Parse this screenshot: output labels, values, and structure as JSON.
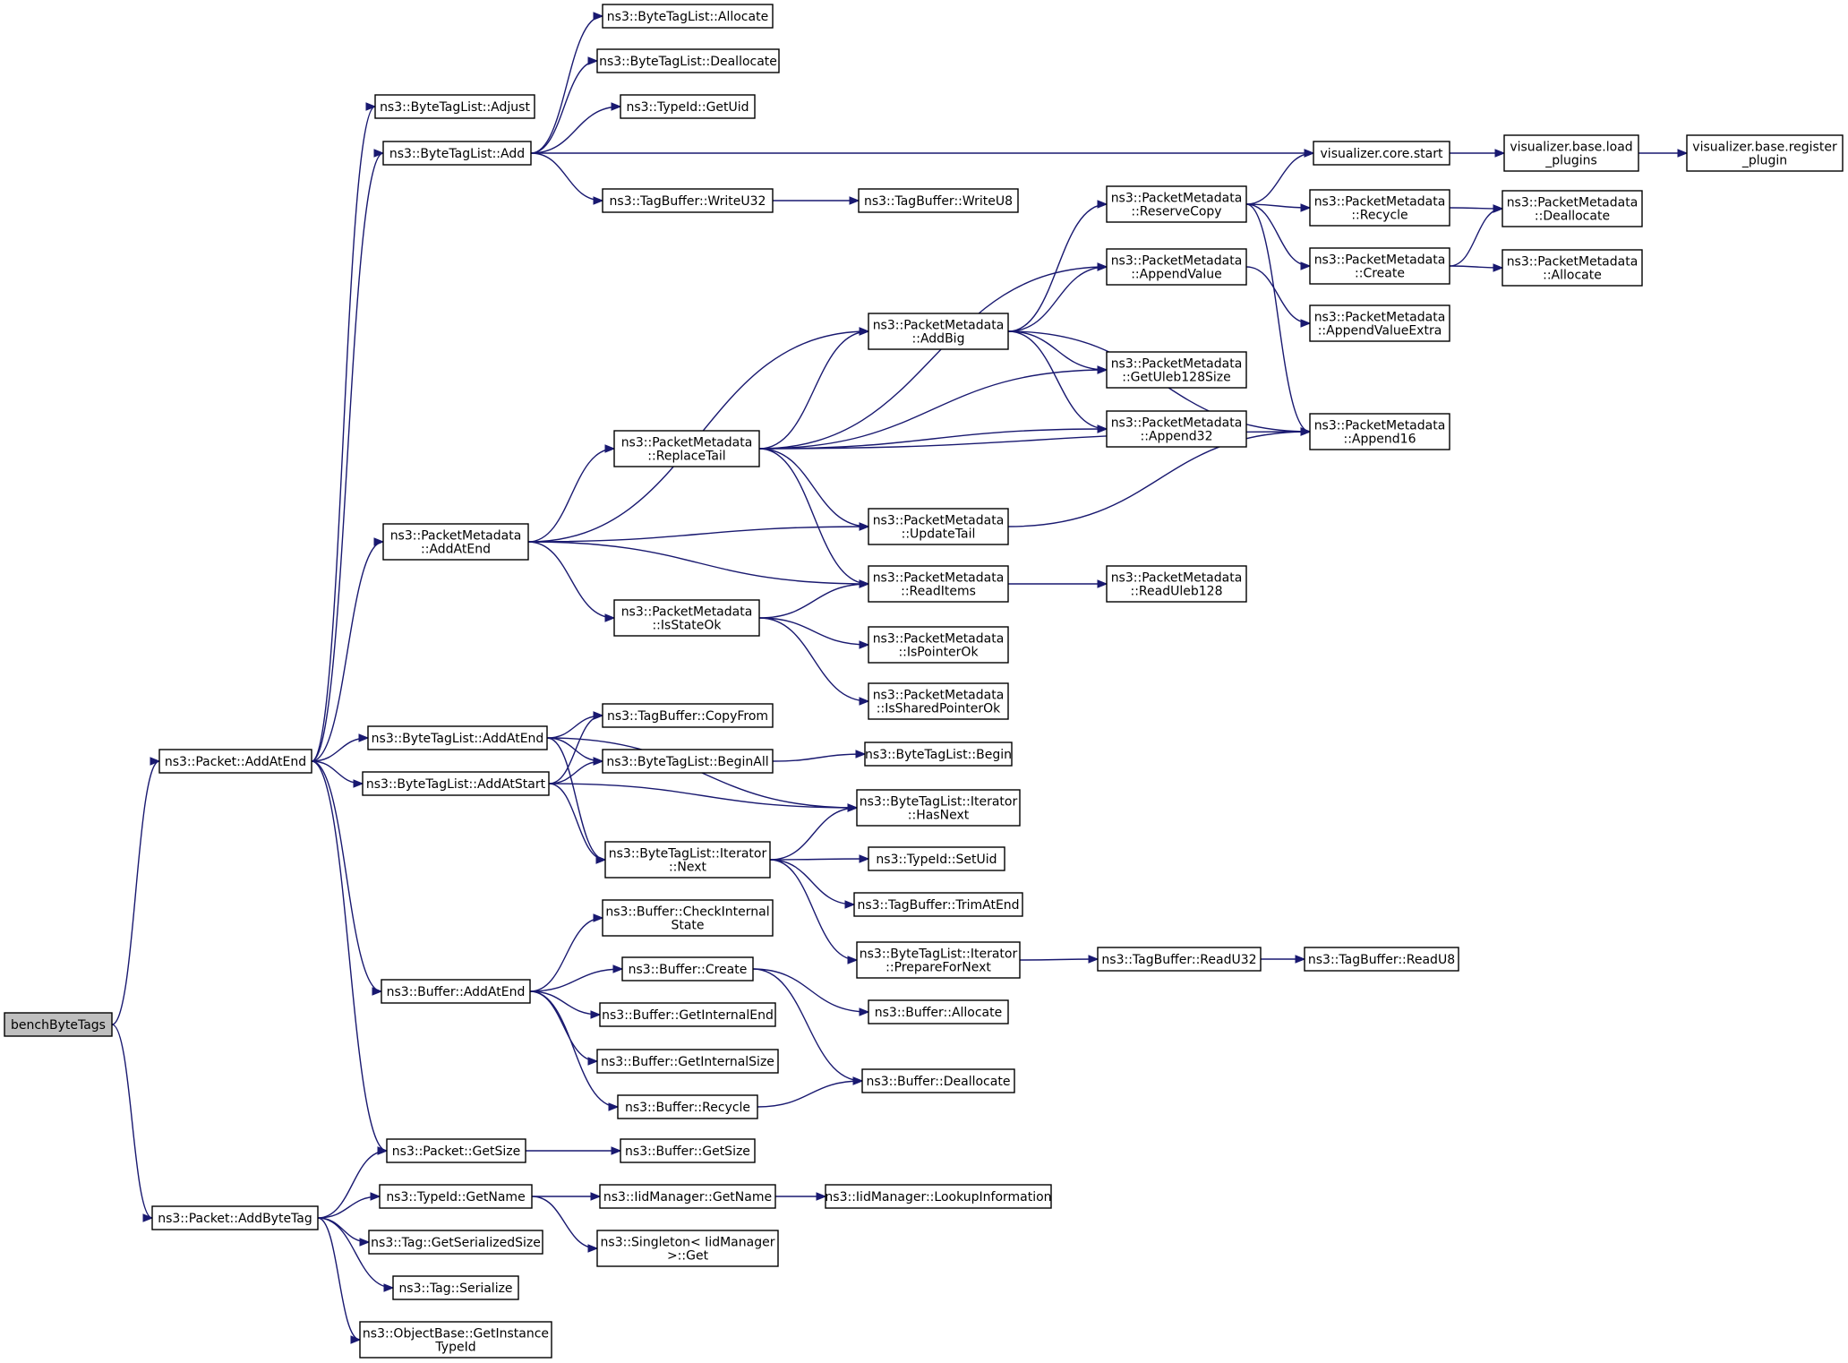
{
  "graph": {
    "edge_color": "#191970",
    "root_fill": "#bfbfbf",
    "nodes": [
      {
        "id": "benchByteTags",
        "lines": [
          "benchByteTags"
        ],
        "root": true
      },
      {
        "id": "AddAtEnd",
        "lines": [
          "ns3::Packet::AddAtEnd"
        ]
      },
      {
        "id": "AddByteTag",
        "lines": [
          "ns3::Packet::AddByteTag"
        ]
      },
      {
        "id": "BTL_Adjust",
        "lines": [
          "ns3::ByteTagList::Adjust"
        ]
      },
      {
        "id": "BTL_Add",
        "lines": [
          "ns3::ByteTagList::Add"
        ]
      },
      {
        "id": "PM_AddAtEnd",
        "lines": [
          "ns3::PacketMetadata",
          "::AddAtEnd"
        ]
      },
      {
        "id": "BTL_AddAtEnd",
        "lines": [
          "ns3::ByteTagList::AddAtEnd"
        ]
      },
      {
        "id": "BTL_AddAtStart",
        "lines": [
          "ns3::ByteTagList::AddAtStart"
        ]
      },
      {
        "id": "Buf_AddAtEnd",
        "lines": [
          "ns3::Buffer::AddAtEnd"
        ]
      },
      {
        "id": "Pkt_GetSize",
        "lines": [
          "ns3::Packet::GetSize"
        ]
      },
      {
        "id": "TypeId_GetName",
        "lines": [
          "ns3::TypeId::GetName"
        ]
      },
      {
        "id": "Tag_GetSerSize",
        "lines": [
          "ns3::Tag::GetSerializedSize"
        ]
      },
      {
        "id": "Tag_Serialize",
        "lines": [
          "ns3::Tag::Serialize"
        ]
      },
      {
        "id": "OB_GetInstTypeId",
        "lines": [
          "ns3::ObjectBase::GetInstance",
          "TypeId"
        ]
      },
      {
        "id": "BTL_Allocate",
        "lines": [
          "ns3::ByteTagList::Allocate"
        ]
      },
      {
        "id": "BTL_Deallocate",
        "lines": [
          "ns3::ByteTagList::Deallocate"
        ]
      },
      {
        "id": "TypeId_GetUid",
        "lines": [
          "ns3::TypeId::GetUid"
        ]
      },
      {
        "id": "TB_WriteU32",
        "lines": [
          "ns3::TagBuffer::WriteU32"
        ]
      },
      {
        "id": "PM_ReplaceTail",
        "lines": [
          "ns3::PacketMetadata",
          "::ReplaceTail"
        ]
      },
      {
        "id": "PM_IsStateOk",
        "lines": [
          "ns3::PacketMetadata",
          "::IsStateOk"
        ]
      },
      {
        "id": "TB_CopyFrom",
        "lines": [
          "ns3::TagBuffer::CopyFrom"
        ]
      },
      {
        "id": "BTL_BeginAll",
        "lines": [
          "ns3::ByteTagList::BeginAll"
        ]
      },
      {
        "id": "BTL_It_Next",
        "lines": [
          "ns3::ByteTagList::Iterator",
          "::Next"
        ]
      },
      {
        "id": "Buf_CheckInternal",
        "lines": [
          "ns3::Buffer::CheckInternal",
          "State"
        ]
      },
      {
        "id": "Buf_Create",
        "lines": [
          "ns3::Buffer::Create"
        ]
      },
      {
        "id": "Buf_GetInternalEnd",
        "lines": [
          "ns3::Buffer::GetInternalEnd"
        ]
      },
      {
        "id": "Buf_GetInternalSize",
        "lines": [
          "ns3::Buffer::GetInternalSize"
        ]
      },
      {
        "id": "Buf_Recycle",
        "lines": [
          "ns3::Buffer::Recycle"
        ]
      },
      {
        "id": "Buf_GetSize",
        "lines": [
          "ns3::Buffer::GetSize"
        ]
      },
      {
        "id": "IidMgr_GetName",
        "lines": [
          "ns3::IidManager::GetName"
        ]
      },
      {
        "id": "Singleton_Get",
        "lines": [
          "ns3::Singleton< IidManager",
          ">::Get"
        ]
      },
      {
        "id": "TB_WriteU8",
        "lines": [
          "ns3::TagBuffer::WriteU8"
        ]
      },
      {
        "id": "PM_AddBig",
        "lines": [
          "ns3::PacketMetadata",
          "::AddBig"
        ]
      },
      {
        "id": "PM_UpdateTail",
        "lines": [
          "ns3::PacketMetadata",
          "::UpdateTail"
        ]
      },
      {
        "id": "PM_ReadItems",
        "lines": [
          "ns3::PacketMetadata",
          "::ReadItems"
        ]
      },
      {
        "id": "PM_IsPointerOk",
        "lines": [
          "ns3::PacketMetadata",
          "::IsPointerOk"
        ]
      },
      {
        "id": "PM_IsSharedPointerOk",
        "lines": [
          "ns3::PacketMetadata",
          "::IsSharedPointerOk"
        ]
      },
      {
        "id": "BTL_Begin",
        "lines": [
          "ns3::ByteTagList::Begin"
        ]
      },
      {
        "id": "BTL_It_HasNext",
        "lines": [
          "ns3::ByteTagList::Iterator",
          "::HasNext"
        ]
      },
      {
        "id": "TypeId_SetUid",
        "lines": [
          "ns3::TypeId::SetUid"
        ]
      },
      {
        "id": "TB_TrimAtEnd",
        "lines": [
          "ns3::TagBuffer::TrimAtEnd"
        ]
      },
      {
        "id": "BTL_It_PrepareForNext",
        "lines": [
          "ns3::ByteTagList::Iterator",
          "::PrepareForNext"
        ]
      },
      {
        "id": "Buf_Allocate",
        "lines": [
          "ns3::Buffer::Allocate"
        ]
      },
      {
        "id": "Buf_Deallocate",
        "lines": [
          "ns3::Buffer::Deallocate"
        ]
      },
      {
        "id": "IidMgr_LookupInfo",
        "lines": [
          "ns3::IidManager::LookupInformation"
        ]
      },
      {
        "id": "PM_ReserveCopy",
        "lines": [
          "ns3::PacketMetadata",
          "::ReserveCopy"
        ]
      },
      {
        "id": "PM_AppendValue",
        "lines": [
          "ns3::PacketMetadata",
          "::AppendValue"
        ]
      },
      {
        "id": "PM_GetUleb128Size",
        "lines": [
          "ns3::PacketMetadata",
          "::GetUleb128Size"
        ]
      },
      {
        "id": "PM_Append32",
        "lines": [
          "ns3::PacketMetadata",
          "::Append32"
        ]
      },
      {
        "id": "PM_ReadUleb128",
        "lines": [
          "ns3::PacketMetadata",
          "::ReadUleb128"
        ]
      },
      {
        "id": "TB_ReadU32",
        "lines": [
          "ns3::TagBuffer::ReadU32"
        ]
      },
      {
        "id": "Vis_CoreStart",
        "lines": [
          "visualizer.core.start"
        ]
      },
      {
        "id": "PM_Recycle",
        "lines": [
          "ns3::PacketMetadata",
          "::Recycle"
        ]
      },
      {
        "id": "PM_Create",
        "lines": [
          "ns3::PacketMetadata",
          "::Create"
        ]
      },
      {
        "id": "PM_AppendValueExtra",
        "lines": [
          "ns3::PacketMetadata",
          "::AppendValueExtra"
        ]
      },
      {
        "id": "PM_Append16",
        "lines": [
          "ns3::PacketMetadata",
          "::Append16"
        ]
      },
      {
        "id": "TB_ReadU8",
        "lines": [
          "ns3::TagBuffer::ReadU8"
        ]
      },
      {
        "id": "Vis_LoadPlugins",
        "lines": [
          "visualizer.base.load",
          "_plugins"
        ]
      },
      {
        "id": "PM_Deallocate",
        "lines": [
          "ns3::PacketMetadata",
          "::Deallocate"
        ]
      },
      {
        "id": "PM_Allocate",
        "lines": [
          "ns3::PacketMetadata",
          "::Allocate"
        ]
      },
      {
        "id": "Vis_RegisterPlugin",
        "lines": [
          "visualizer.base.register",
          "_plugin"
        ]
      }
    ],
    "edges": [
      [
        "benchByteTags",
        "AddAtEnd"
      ],
      [
        "benchByteTags",
        "AddByteTag"
      ],
      [
        "AddAtEnd",
        "BTL_Adjust"
      ],
      [
        "AddAtEnd",
        "BTL_Add"
      ],
      [
        "AddAtEnd",
        "PM_AddAtEnd"
      ],
      [
        "AddAtEnd",
        "BTL_AddAtEnd"
      ],
      [
        "AddAtEnd",
        "BTL_AddAtStart"
      ],
      [
        "AddAtEnd",
        "Buf_AddAtEnd"
      ],
      [
        "AddAtEnd",
        "Pkt_GetSize"
      ],
      [
        "AddByteTag",
        "Pkt_GetSize"
      ],
      [
        "AddByteTag",
        "TypeId_GetName"
      ],
      [
        "AddByteTag",
        "Tag_GetSerSize"
      ],
      [
        "AddByteTag",
        "Tag_Serialize"
      ],
      [
        "AddByteTag",
        "OB_GetInstTypeId"
      ],
      [
        "BTL_Add",
        "BTL_Allocate"
      ],
      [
        "BTL_Add",
        "BTL_Deallocate"
      ],
      [
        "BTL_Add",
        "TypeId_GetUid"
      ],
      [
        "BTL_Add",
        "Vis_CoreStart"
      ],
      [
        "BTL_Add",
        "TB_WriteU32"
      ],
      [
        "TB_WriteU32",
        "TB_WriteU8"
      ],
      [
        "PM_AddAtEnd",
        "PM_AddBig"
      ],
      [
        "PM_AddAtEnd",
        "PM_ReplaceTail"
      ],
      [
        "PM_AddAtEnd",
        "PM_UpdateTail"
      ],
      [
        "PM_AddAtEnd",
        "PM_ReadItems"
      ],
      [
        "PM_AddAtEnd",
        "PM_IsStateOk"
      ],
      [
        "PM_ReplaceTail",
        "PM_AppendValue"
      ],
      [
        "PM_ReplaceTail",
        "PM_AddBig"
      ],
      [
        "PM_ReplaceTail",
        "PM_GetUleb128Size"
      ],
      [
        "PM_ReplaceTail",
        "PM_Append32"
      ],
      [
        "PM_ReplaceTail",
        "PM_Append16"
      ],
      [
        "PM_ReplaceTail",
        "PM_UpdateTail"
      ],
      [
        "PM_ReplaceTail",
        "PM_ReadItems"
      ],
      [
        "PM_AddBig",
        "PM_ReserveCopy"
      ],
      [
        "PM_AddBig",
        "PM_AppendValue"
      ],
      [
        "PM_AddBig",
        "PM_GetUleb128Size"
      ],
      [
        "PM_AddBig",
        "PM_Append32"
      ],
      [
        "PM_AddBig",
        "PM_Append16"
      ],
      [
        "PM_ReserveCopy",
        "Vis_CoreStart"
      ],
      [
        "PM_ReserveCopy",
        "PM_Recycle"
      ],
      [
        "PM_ReserveCopy",
        "PM_Create"
      ],
      [
        "PM_ReserveCopy",
        "PM_Append16"
      ],
      [
        "PM_AppendValue",
        "PM_AppendValueExtra"
      ],
      [
        "PM_Recycle",
        "PM_Deallocate"
      ],
      [
        "PM_Create",
        "PM_Deallocate"
      ],
      [
        "PM_Create",
        "PM_Allocate"
      ],
      [
        "Vis_CoreStart",
        "Vis_LoadPlugins"
      ],
      [
        "Vis_LoadPlugins",
        "Vis_RegisterPlugin"
      ],
      [
        "PM_UpdateTail",
        "PM_Append16"
      ],
      [
        "PM_ReadItems",
        "PM_ReadUleb128"
      ],
      [
        "PM_IsStateOk",
        "PM_ReadItems"
      ],
      [
        "PM_IsStateOk",
        "PM_IsPointerOk"
      ],
      [
        "PM_IsStateOk",
        "PM_IsSharedPointerOk"
      ],
      [
        "BTL_AddAtEnd",
        "TB_CopyFrom"
      ],
      [
        "BTL_AddAtEnd",
        "BTL_BeginAll"
      ],
      [
        "BTL_AddAtEnd",
        "BTL_It_HasNext"
      ],
      [
        "BTL_AddAtEnd",
        "BTL_It_Next"
      ],
      [
        "BTL_AddAtStart",
        "TB_CopyFrom"
      ],
      [
        "BTL_AddAtStart",
        "BTL_BeginAll"
      ],
      [
        "BTL_AddAtStart",
        "BTL_It_HasNext"
      ],
      [
        "BTL_AddAtStart",
        "BTL_It_Next"
      ],
      [
        "BTL_BeginAll",
        "BTL_Begin"
      ],
      [
        "BTL_It_Next",
        "BTL_It_HasNext"
      ],
      [
        "BTL_It_Next",
        "TypeId_SetUid"
      ],
      [
        "BTL_It_Next",
        "TB_TrimAtEnd"
      ],
      [
        "BTL_It_Next",
        "BTL_It_PrepareForNext"
      ],
      [
        "BTL_It_PrepareForNext",
        "TB_ReadU32"
      ],
      [
        "TB_ReadU32",
        "TB_ReadU8"
      ],
      [
        "Buf_AddAtEnd",
        "Buf_CheckInternal"
      ],
      [
        "Buf_AddAtEnd",
        "Buf_Create"
      ],
      [
        "Buf_AddAtEnd",
        "Buf_GetInternalEnd"
      ],
      [
        "Buf_AddAtEnd",
        "Buf_GetInternalSize"
      ],
      [
        "Buf_AddAtEnd",
        "Buf_Recycle"
      ],
      [
        "Buf_Create",
        "Buf_Allocate"
      ],
      [
        "Buf_Create",
        "Buf_Deallocate"
      ],
      [
        "Buf_Recycle",
        "Buf_Deallocate"
      ],
      [
        "Pkt_GetSize",
        "Buf_GetSize"
      ],
      [
        "TypeId_GetName",
        "IidMgr_GetName"
      ],
      [
        "TypeId_GetName",
        "Singleton_Get"
      ],
      [
        "IidMgr_GetName",
        "IidMgr_LookupInfo"
      ]
    ]
  }
}
